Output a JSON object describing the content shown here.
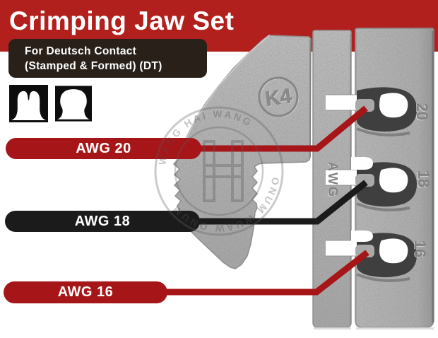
{
  "header": {
    "title": "Crimping Jaw Set",
    "subtitle_line1": "For Deutsch Contact",
    "subtitle_line2": "(Stamped & Formed) (DT)"
  },
  "callouts": [
    {
      "label": "AWG 20",
      "color": "#a61518"
    },
    {
      "label": "AWG 18",
      "color": "#1b1b1b"
    },
    {
      "label": "AWG 16",
      "color": "#a61518"
    }
  ],
  "jaw": {
    "model_stamp": "K4",
    "gauge_stamp": "AWG",
    "slots": [
      {
        "number": "20"
      },
      {
        "number": "18"
      },
      {
        "number": "16"
      }
    ]
  },
  "icons": [
    {
      "name": "open-barrel-crimp-profile"
    },
    {
      "name": "closed-barrel-crimp-profile"
    }
  ],
  "watermark": {
    "monogram": "H",
    "arc_text_top": "WANG HAI WANG",
    "arc_text_bottom": "ONUM WUAW ONUM"
  },
  "colors": {
    "banner_red": "#b2201d",
    "pill_red": "#a61518",
    "pill_black": "#1b1b1b",
    "box_black": "#282019",
    "metal_gray": "#b0b0b0"
  }
}
